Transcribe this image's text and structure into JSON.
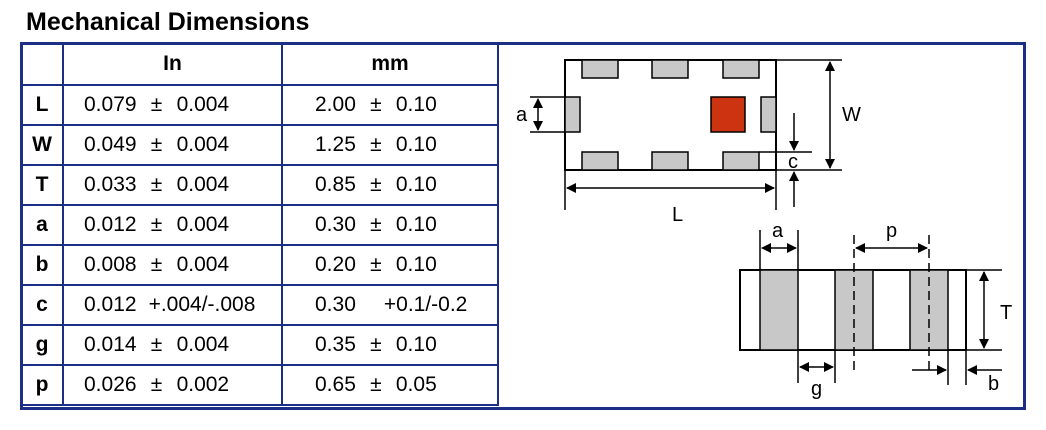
{
  "title": "Mechanical Dimensions",
  "columns": {
    "symbol": "",
    "in": "In",
    "mm": "mm"
  },
  "rows": [
    {
      "symbol": "L",
      "in_nom": "0.079",
      "in_pm": "±",
      "in_tol": "0.004",
      "mm_nom": "2.00",
      "mm_pm": "±",
      "mm_tol": "0.10",
      "style": "pm"
    },
    {
      "symbol": "W",
      "in_nom": "0.049",
      "in_pm": "±",
      "in_tol": "0.004",
      "mm_nom": "1.25",
      "mm_pm": "±",
      "mm_tol": "0.10",
      "style": "pm"
    },
    {
      "symbol": "T",
      "in_nom": "0.033",
      "in_pm": "±",
      "in_tol": "0.004",
      "mm_nom": "0.85",
      "mm_pm": "±",
      "mm_tol": "0.10",
      "style": "pm"
    },
    {
      "symbol": "a",
      "in_nom": "0.012",
      "in_pm": "±",
      "in_tol": "0.004",
      "mm_nom": "0.30",
      "mm_pm": "±",
      "mm_tol": "0.10",
      "style": "pm"
    },
    {
      "symbol": "b",
      "in_nom": "0.008",
      "in_pm": "±",
      "in_tol": "0.004",
      "mm_nom": "0.20",
      "mm_pm": "±",
      "mm_tol": "0.10",
      "style": "pm"
    },
    {
      "symbol": "c",
      "in_nom": "0.012",
      "in_pm": "",
      "in_tol": "+.004/-.008",
      "mm_nom": "0.30",
      "mm_pm": "",
      "mm_tol": "+0.1/-0.2",
      "style": "asym"
    },
    {
      "symbol": "g",
      "in_nom": "0.014",
      "in_pm": "±",
      "in_tol": "0.004",
      "mm_nom": "0.35",
      "mm_pm": "±",
      "mm_tol": "0.10",
      "style": "pm"
    },
    {
      "symbol": "p",
      "in_nom": "0.026",
      "in_pm": "±",
      "in_tol": "0.002",
      "mm_nom": "0.65",
      "mm_pm": "±",
      "mm_tol": "0.05",
      "style": "pm"
    }
  ],
  "diagram_labels": {
    "a_top": "a",
    "w": "W",
    "c": "c",
    "l": "L",
    "a_side": "a",
    "p": "p",
    "t": "T",
    "g": "g",
    "b": "b"
  },
  "colors": {
    "border": "#1c2f86",
    "pad": "#c8c8c8",
    "marker": "#cc3311"
  }
}
